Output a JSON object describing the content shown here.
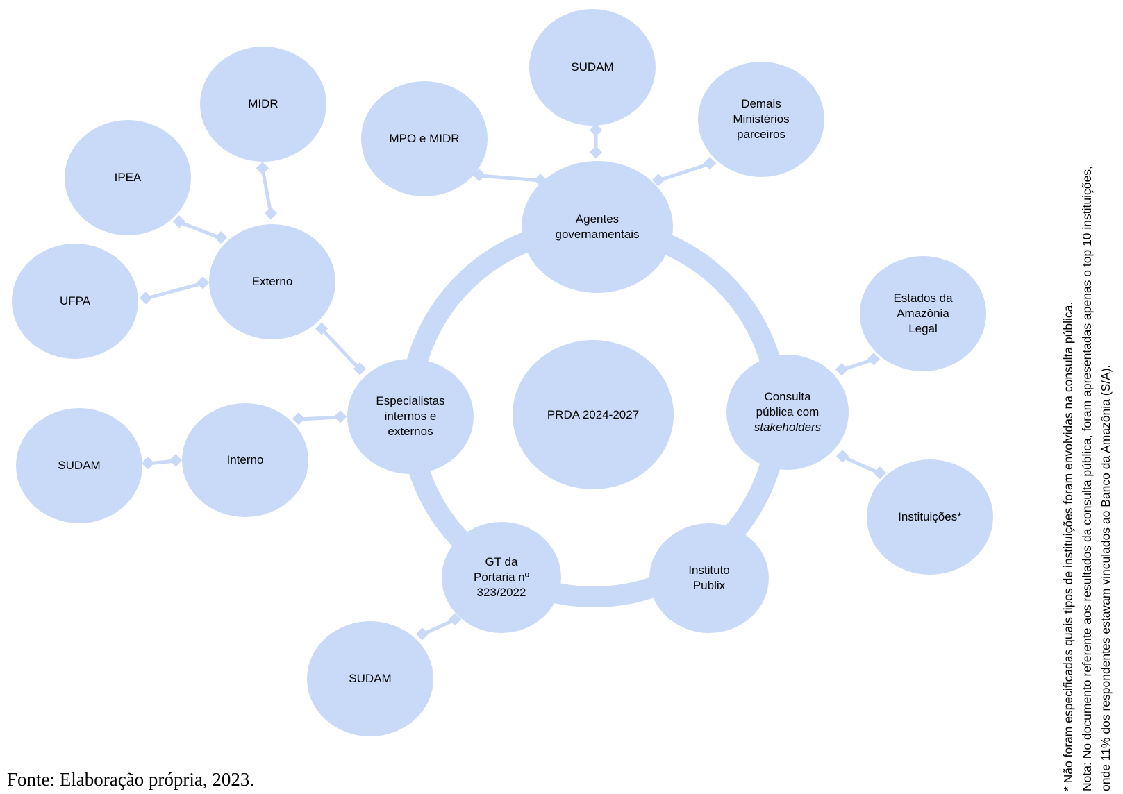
{
  "diagram": {
    "center": "PRDA 2024-2027",
    "nodes": {
      "agentes": [
        "Agentes",
        "governamentais"
      ],
      "consulta": [
        "Consulta",
        "pública com"
      ],
      "consulta_italic": "stakeholders",
      "publix": [
        "Instituto",
        "Publix"
      ],
      "gt": [
        "GT da",
        "Portaria nº",
        "323/2022"
      ],
      "especialistas": [
        "Especialistas",
        "internos e",
        "externos"
      ],
      "mpo_midr": "MPO e MIDR",
      "sudam_top": "SUDAM",
      "demais": [
        "Demais",
        "Ministérios",
        "parceiros"
      ],
      "estados": [
        "Estados da",
        "Amazônia",
        "Legal"
      ],
      "instituicoes": "Instituições*",
      "sudam_gt": "SUDAM",
      "interno": "Interno",
      "sudam_interno": "SUDAM",
      "externo": "Externo",
      "midr": "MIDR",
      "ipea": "IPEA",
      "ufpa": "UFPA"
    },
    "colors": {
      "node": "#c9daf8",
      "ring": "#c9daf8",
      "text": "#000000"
    }
  },
  "footnotes": [
    "* Não foram especificadas quais tipos de instituições foram envolvidas na consulta pública.",
    "Nota: No documento referente aos resultados da consulta pública, foram apresentadas apenas o top 10 instituições,",
    "onde 11% dos respondentes estavam vinculados ao Banco da Amazônia (S/A)."
  ],
  "source": "Fonte: Elaboração própria, 2023."
}
